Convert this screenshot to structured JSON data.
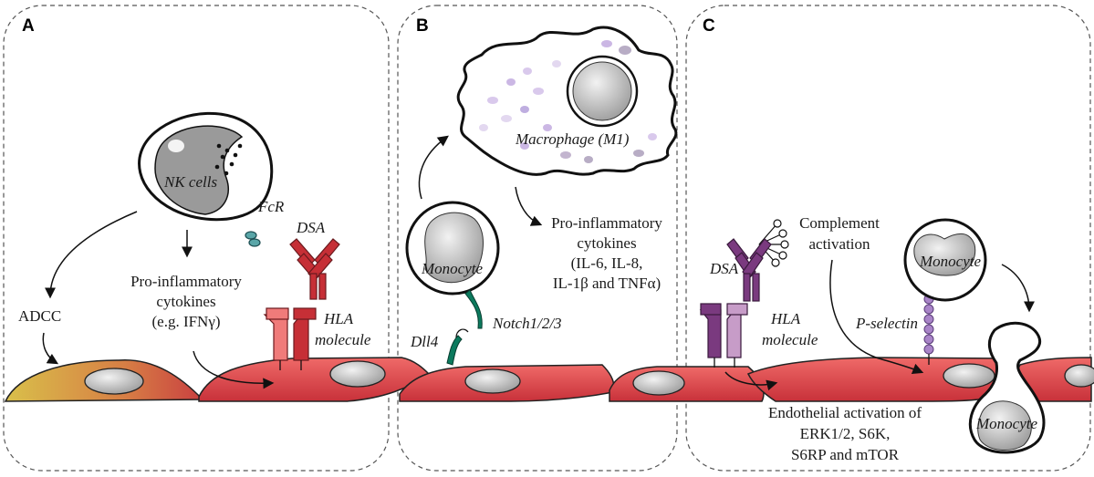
{
  "panels": [
    {
      "letter": "A"
    },
    {
      "letter": "B"
    },
    {
      "letter": "C"
    }
  ],
  "panel_a": {
    "nk_cells": "NK cells",
    "fcr": "FcR",
    "dsa": "DSA",
    "adcc": "ADCC",
    "cytokines_line1": "Pro-inflammatory",
    "cytokines_line2": "cytokines",
    "cytokines_line3": "(e.g. IFNγ)",
    "hla_line1": "HLA",
    "hla_line2": "molecule"
  },
  "panel_b": {
    "macrophage": "Macrophage (M1)",
    "monocyte": "Monocyte",
    "dll4": "Dll4",
    "notch": "Notch1/2/3",
    "cytokines_line1": "Pro-inflammatory",
    "cytokines_line2": "cytokines",
    "cytokines_line3": "(IL-6, IL-8,",
    "cytokines_line4": "IL-1β and TNFα)"
  },
  "panel_c": {
    "complement_line1": "Complement",
    "complement_line2": "activation",
    "dsa": "DSA",
    "hla_line1": "HLA",
    "hla_line2": "molecule",
    "p_selectin": "P-selectin",
    "monocyte_top": "Monocyte",
    "monocyte_bottom": "Monocyte",
    "endo_line1": "Endothelial activation of",
    "endo_line2": "ERK1/2, S6K,",
    "endo_line3": "S6RP and mTOR"
  },
  "colors": {
    "endothelium": "#e2474c",
    "endothelium_dark": "#b82a32",
    "dsa_red": "#c62f36",
    "dsa_purple": "#7a3a7f",
    "hla_pink": "#f07b7a",
    "hla_purple_light": "#c79cc8",
    "notch_green": "#0c7a5e",
    "fcr_teal": "#5aa6a8",
    "p_selectin": "#a984c8",
    "cell_gray": "#c9c9c9"
  }
}
